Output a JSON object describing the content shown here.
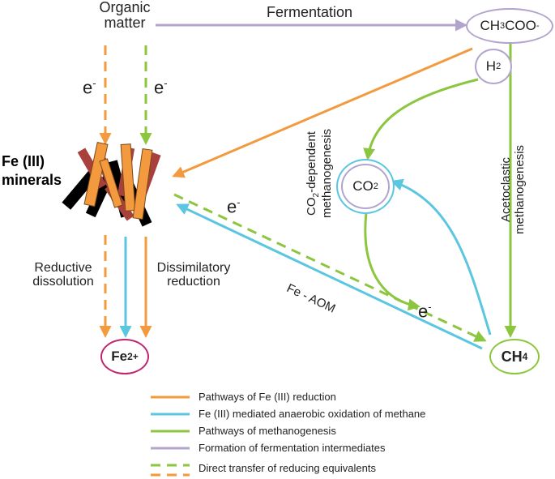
{
  "colors": {
    "orange": "#f39a3e",
    "blue": "#5bc6e0",
    "green": "#8cc63f",
    "purple": "#b2a4cc",
    "fe2_border": "#c0256e",
    "co2_border": "#5bc6e0",
    "h2_border": "#b2a4cc",
    "acetate_border": "#b2a4cc",
    "ch4_border": "#8cc63f"
  },
  "nodes": {
    "organic_matter": "Organic\nmatter",
    "acetate": {
      "base": "CH",
      "sub": "3",
      "mid": "COO",
      "sup": "-"
    },
    "h2": {
      "base": "H",
      "sub": "2"
    },
    "co2": {
      "base": "CO",
      "sub": "2"
    },
    "ch4": {
      "base": "CH",
      "sub": "4"
    },
    "fe2": {
      "base": "Fe",
      "sup": "2+"
    },
    "fe3_minerals": "Fe (III)\nminerals"
  },
  "labels": {
    "fermentation": "Fermentation",
    "electron_left": "e",
    "electron_right": "e",
    "electron_mid": "e",
    "electron_lower": "e",
    "electron_sup": "-",
    "co2_methanogenesis": {
      "line1_pre": "CO",
      "line1_sub": "2",
      "line1_post": "-dependent",
      "line2": "methanogenesis"
    },
    "acetoclastic": {
      "line1": "Acetoclastic",
      "line2": "methanogenesis"
    },
    "fe_aom": "Fe - AOM",
    "reductive_dissolution": "Reductive\ndissolution",
    "dissimilatory_reduction": "Dissimilatory\nreduction"
  },
  "legend": [
    {
      "style": "solid",
      "color": "orange",
      "label": "Pathways of Fe (III) reduction"
    },
    {
      "style": "solid",
      "color": "blue",
      "label": "Fe (III) mediated anaerobic oxidation of methane"
    },
    {
      "style": "solid",
      "color": "green",
      "label": "Pathways of methanogenesis"
    },
    {
      "style": "solid",
      "color": "purple",
      "label": "Formation of fermentation intermediates"
    },
    {
      "style": "dashed",
      "colors": [
        "green",
        "orange"
      ],
      "label": "Direct transfer of reducing equivalents"
    }
  ]
}
